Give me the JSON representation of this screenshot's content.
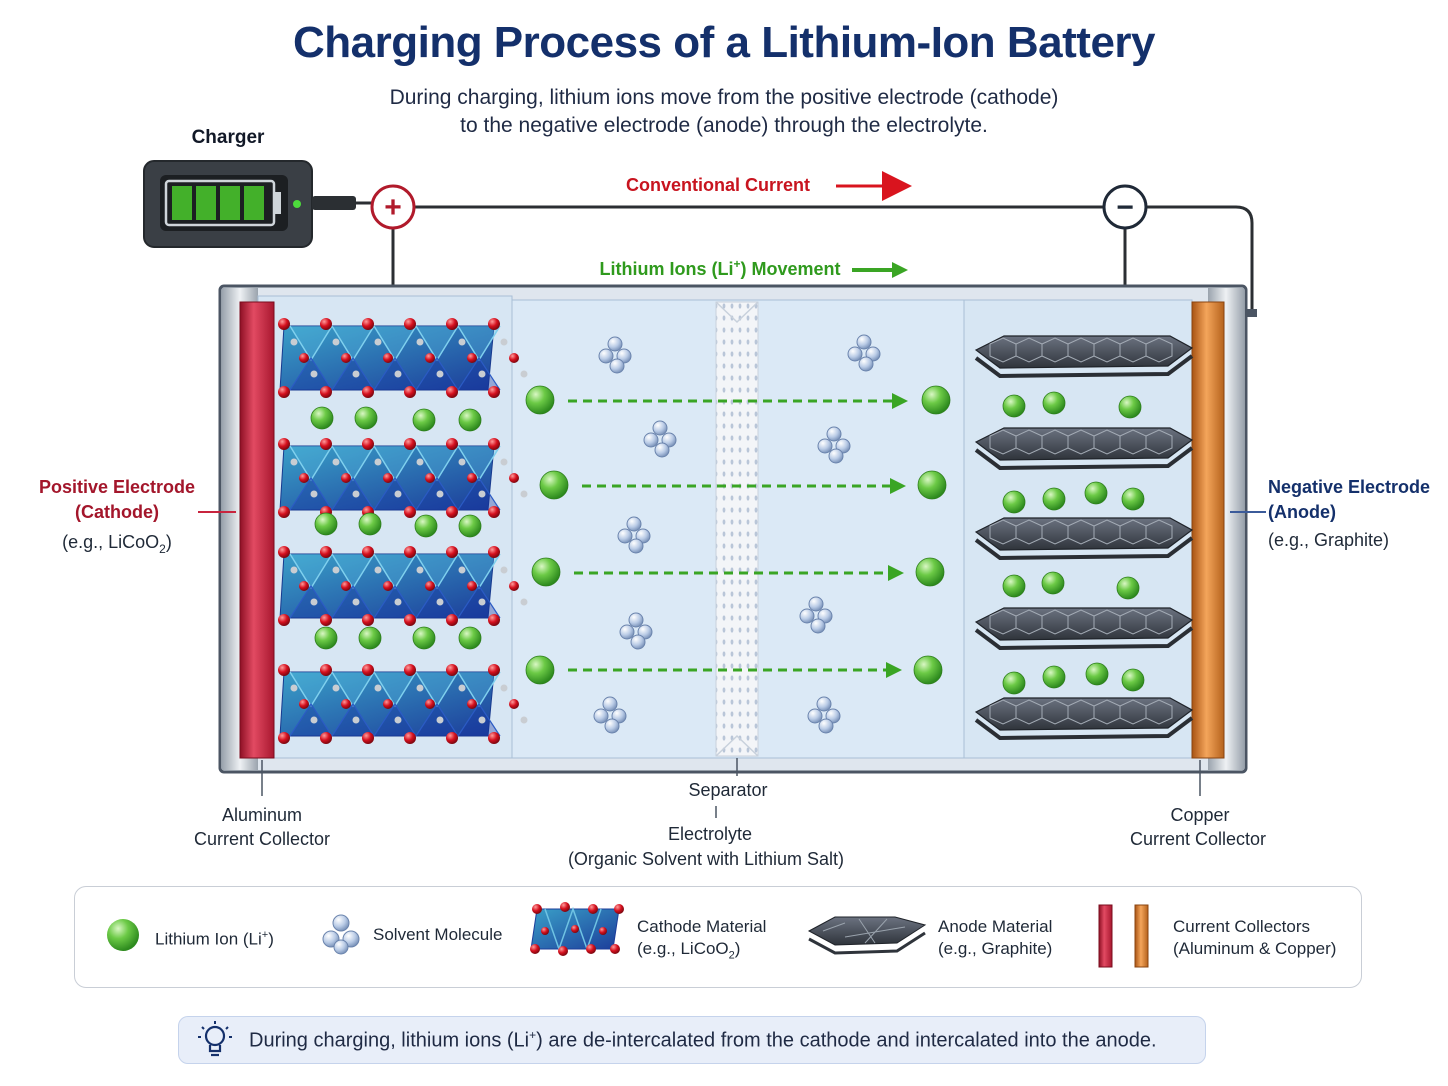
{
  "title": "Charging Process of a  Lithium-Ion Battery",
  "subtitle_line1": "During charging, lithium ions move from the positive electrode (cathode)",
  "subtitle_line2": "to the negative electrode (anode) through the electrolyte.",
  "charger_label": "Charger",
  "plus_symbol": "+",
  "minus_symbol": "−",
  "conventional_current": "Conventional Current",
  "li_movement_pre": "Lithium Ions (Li",
  "li_movement_sup": "+",
  "li_movement_post": ") Movement",
  "positive_electrode": {
    "line1": "Positive Electrode",
    "line2": "(Cathode)",
    "example_pre": "(e.g., LiCoO",
    "example_sub": "2",
    "example_post": ")"
  },
  "negative_electrode": {
    "line1": "Negative Electrode",
    "line2": "(Anode)",
    "example": "(e.g., Graphite)"
  },
  "aluminum_collector": {
    "line1": "Aluminum",
    "line2": "Current Collector"
  },
  "separator_label": "Separator",
  "electrolyte": {
    "line1": "Electrolyte",
    "line2": "(Organic Solvent with Lithium Salt)"
  },
  "copper_collector": {
    "line1": "Copper",
    "line2": "Current Collector"
  },
  "legend": {
    "lithium_ion_pre": "Lithium Ion (Li",
    "lithium_ion_sup": "+",
    "lithium_ion_post": ")",
    "solvent": "Solvent Molecule",
    "cathode_line1": "Cathode Material",
    "cathode_line2_pre": "(e.g., LiCoO",
    "cathode_line2_sub": "2",
    "cathode_line2_post": ")",
    "anode_line1": "Anode Material",
    "anode_line2": "(e.g., Graphite)",
    "collectors_line1": "Current Collectors",
    "collectors_line2": "(Aluminum & Copper)"
  },
  "note_pre": "During charging, lithium ions (Li",
  "note_sup": "+",
  "note_post": ") are de-intercalated from the cathode and intercalated into the anode.",
  "colors": {
    "title": "#14306b",
    "cathode_label": "#a3162b",
    "anode_label": "#14306b",
    "current_arrow": "#d9141e",
    "ion_arrow": "#3aa524",
    "lithium_ion": "#5cc23d",
    "aluminum_collector": "#c8243e",
    "copper_collector": "#d97a2b"
  },
  "icons": {
    "charger": "battery-charger-icon",
    "ion": "lithium-ion-sphere-icon",
    "solvent": "solvent-molecule-icon",
    "tip": "lightbulb-icon"
  }
}
